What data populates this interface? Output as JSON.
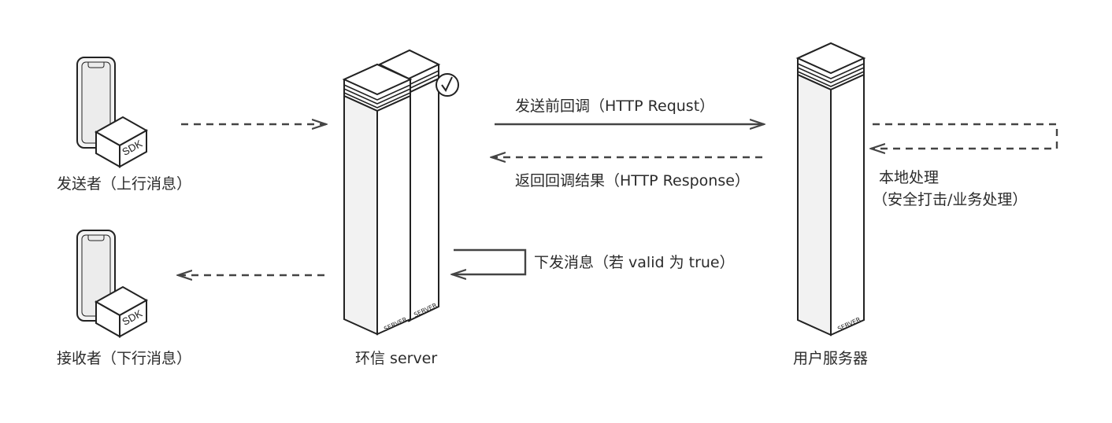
{
  "nodes": {
    "sender": {
      "label": "发送者（上行消息）",
      "sdk": "SDK"
    },
    "receiver": {
      "label": "接收者（下行消息）",
      "sdk": "SDK"
    },
    "easemob_server": {
      "label": "环信 server",
      "server_text": "SERVER"
    },
    "user_server": {
      "label": "用户服务器",
      "server_text": "SERVER"
    }
  },
  "edges": {
    "pre_callback": "发送前回调（HTTP Requst）",
    "callback_result": "返回回调结果（HTTP Response）",
    "deliver": "下发消息（若 valid 为 true）",
    "local_process_line1": "本地处理",
    "local_process_line2": "（安全打击/业务处理）"
  },
  "colors": {
    "stroke": "#222222",
    "server_face": "#f2f2f2",
    "arrow": "#444444"
  }
}
